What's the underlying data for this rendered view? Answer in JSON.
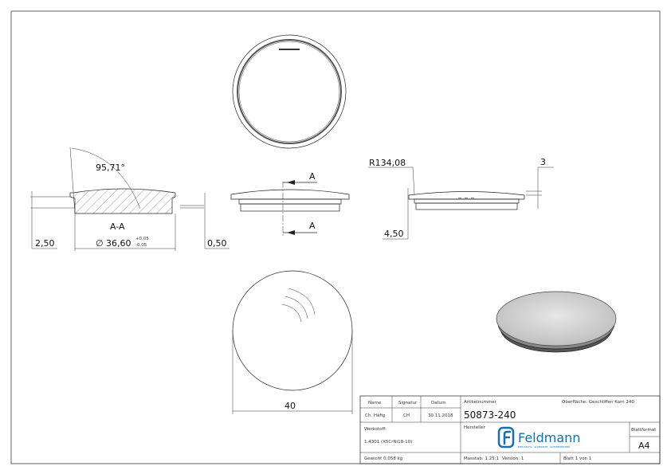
{
  "section": {
    "label": "A-A",
    "angle": "95,71°",
    "dim_left": "2,50",
    "dim_diameter": "36,60",
    "tol_upper": "+0,05",
    "tol_lower": "-0,05",
    "dim_right": "0,50",
    "diameter_symbol": "∅"
  },
  "front": {
    "cut_label_top": "A",
    "cut_label_bottom": "A"
  },
  "side": {
    "radius": "R134,08",
    "dim_top": "3",
    "dim_bottom": "4,50"
  },
  "bottom_view": {
    "dim": "40"
  },
  "title_block": {
    "name_label": "Name",
    "signatur_label": "Signatur",
    "datum_label": "Datum",
    "name": "Ch. Häfig",
    "signatur": "CH",
    "datum": "30.11.2018",
    "artikel_label": "Artikelnummer",
    "artikel": "50873-240",
    "oberflaeche": "Oberfläche:  Geschliffen Korn 240",
    "werkstoff_label": "Werkstoff:",
    "werkstoff": "1.4301 (X5CrNi18-10)",
    "hersteller_label": "Hersteller",
    "logo_text": "Feldmann",
    "logo_subtext": "EDELSTAHL · ALUMINIUM · SCHMIEDEEISEN",
    "blattformat_label": "Blattformat",
    "blattformat": "A4",
    "gewicht": "Gewicht 0.058 kg",
    "masstab": "Masstab: 1.25:1",
    "version": "Version: 1",
    "blatt": "Blatt 1 von 1",
    "brand_color": "#1a6fa8"
  }
}
